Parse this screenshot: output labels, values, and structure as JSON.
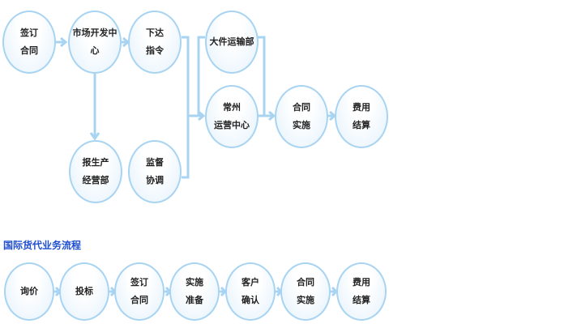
{
  "top_flow": {
    "nodes": [
      {
        "lines": [
          "签订",
          "合同"
        ]
      },
      {
        "lines": [
          "市场开发中心"
        ]
      },
      {
        "lines": [
          "下达",
          "指令"
        ]
      },
      {
        "lines": [
          "大件运输部"
        ]
      },
      {
        "lines": [
          "常州",
          "运营中心"
        ]
      },
      {
        "lines": [
          "合同",
          "实施"
        ]
      },
      {
        "lines": [
          "费用",
          "结算"
        ]
      },
      {
        "lines": [
          "报生产",
          "经营部"
        ]
      },
      {
        "lines": [
          "监督",
          "协调"
        ]
      }
    ]
  },
  "bottom_flow": {
    "title": "国际货代业务流程",
    "nodes": [
      {
        "lines": [
          "询价"
        ]
      },
      {
        "lines": [
          "投标"
        ]
      },
      {
        "lines": [
          "签订",
          "合同"
        ]
      },
      {
        "lines": [
          "实施",
          "准备"
        ]
      },
      {
        "lines": [
          "客户",
          "确认"
        ]
      },
      {
        "lines": [
          "合同",
          "实施"
        ]
      },
      {
        "lines": [
          "费用",
          "结算"
        ]
      }
    ]
  },
  "colors": {
    "line": "#a8d4f2",
    "title": "#1f4fd0"
  }
}
